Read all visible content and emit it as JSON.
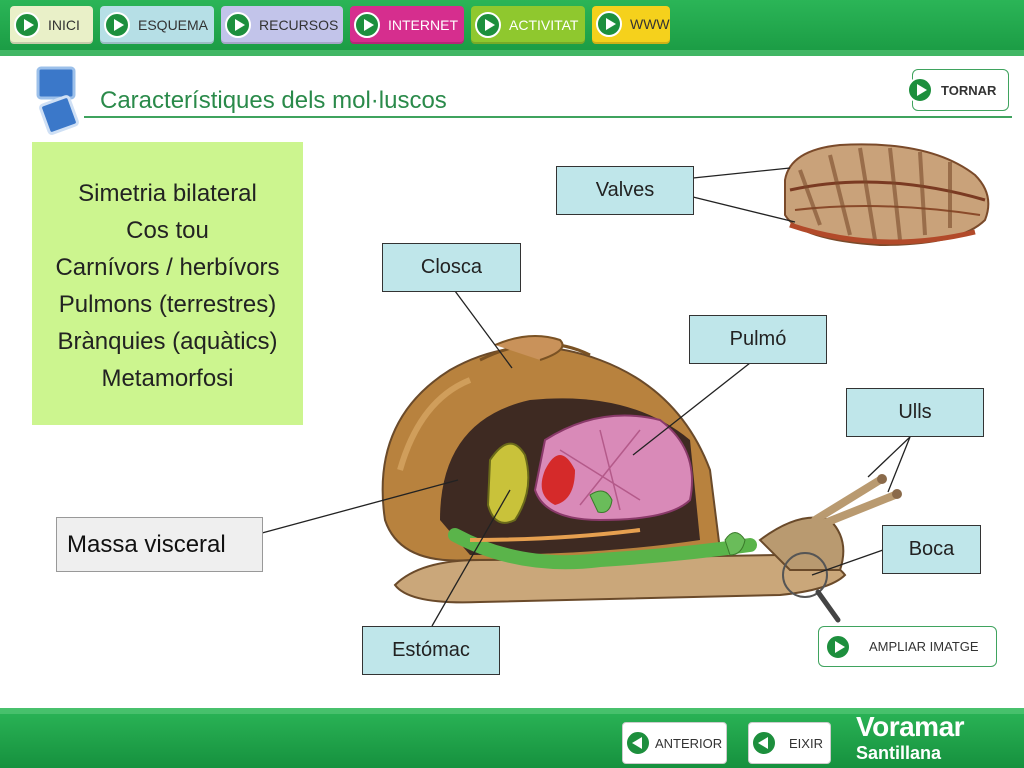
{
  "nav": [
    {
      "label": "INICI",
      "color": "#e9f0c8"
    },
    {
      "label": "ESQUEMA",
      "color": "#b6dfe6"
    },
    {
      "label": "RECURSOS",
      "color": "#c2c4ea"
    },
    {
      "label": "INTERNET",
      "color": "#d62e8e"
    },
    {
      "label": "ACTIVITAT",
      "color": "#8fc82e"
    },
    {
      "label": "WWW",
      "color": "#f5d11c"
    }
  ],
  "title": "Característiques dels mol·luscos",
  "tornar_label": "TORNAR",
  "characteristics": [
    "Simetria bilateral",
    "Cos tou",
    "Carnívors / herbívors",
    "Pulmons (terrestres)",
    "Brànquies (aquàtics)",
    "Metamorfosi"
  ],
  "labels": {
    "valves": "Valves",
    "closca": "Closca",
    "pulmo": "Pulmó",
    "ulls": "Ulls",
    "boca": "Boca",
    "estomac": "Estómac",
    "massa": "Massa visceral"
  },
  "ampliar_label": "AMPLIAR IMATGE",
  "bottom": {
    "anterior": "ANTERIOR",
    "eixir": "EIXIR",
    "brand_top": "Voramar",
    "brand_bottom": "Santillana"
  }
}
